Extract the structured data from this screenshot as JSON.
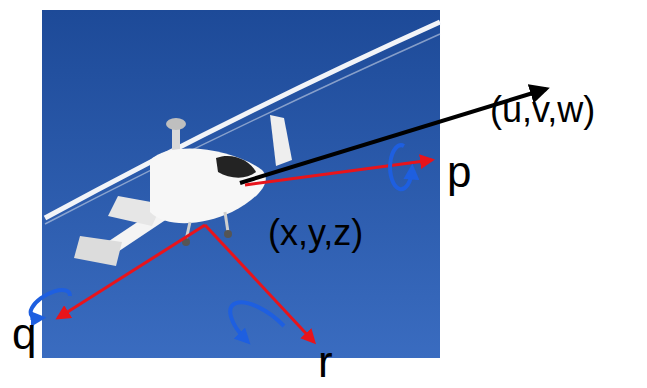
{
  "diagram": {
    "labels": [
      "(u,v,w)",
      "p",
      "(x,y,z)",
      "q",
      "r"
    ]
  }
}
